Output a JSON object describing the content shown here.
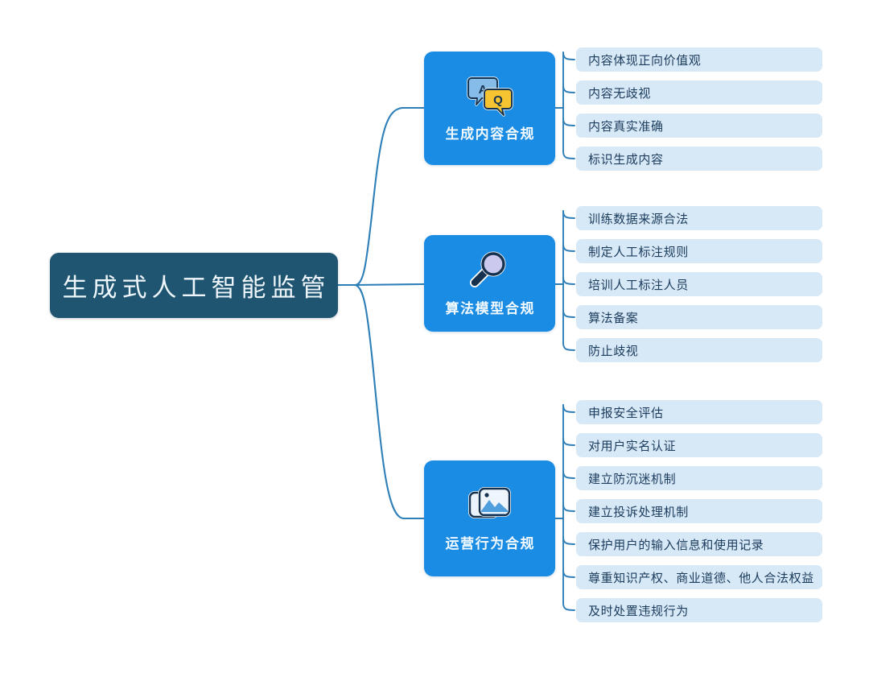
{
  "diagram": {
    "type": "mindmap",
    "orientation": "left-to-right",
    "root": {
      "label": "生成式人工智能监管",
      "color": "#1f5570",
      "text_color": "#eef6fb"
    },
    "colors": {
      "branch_fill": "#1b8ce3",
      "branch_text": "#f2f9ff",
      "leaf_fill": "#d7e8f7",
      "leaf_text": "#1b3c5c",
      "connector": "#2e7fb8",
      "background": "#ffffff"
    },
    "branches": [
      {
        "label": "生成内容合规",
        "icon": "qa-speech-bubbles-icon",
        "icon_letters": [
          "A",
          "Q"
        ],
        "leaves": [
          "内容体现正向价值观",
          "内容无歧视",
          "内容真实准确",
          "标识生成内容"
        ]
      },
      {
        "label": "算法模型合规",
        "icon": "magnifier-icon",
        "icon_letters": [],
        "leaves": [
          "训练数据来源合法",
          "制定人工标注规则",
          "培训人工标注人员",
          "算法备案",
          "防止歧视"
        ]
      },
      {
        "label": "运营行为合规",
        "icon": "photo-stack-icon",
        "icon_letters": [],
        "leaves": [
          "申报安全评估",
          "对用户实名认证",
          "建立防沉迷机制",
          "建立投诉处理机制",
          "保护用户的输入信息和使用记录",
          "尊重知识产权、商业道德、他人合法权益",
          "及时处置违规行为"
        ]
      }
    ]
  }
}
